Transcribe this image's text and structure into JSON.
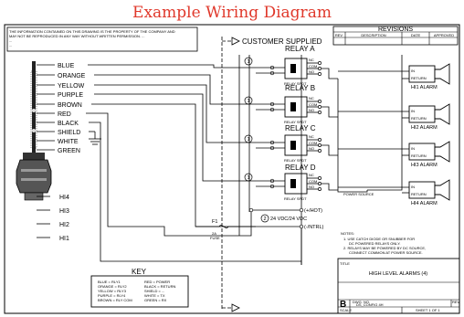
{
  "caption": "Example Wiring Diagram",
  "customer_supplied": "CUSTOMER SUPPLIED",
  "revisions_title": "REVISIONS",
  "revisions_headers": [
    "REV",
    "DESCRIPTION",
    "DATE",
    "APPROVED"
  ],
  "wires": [
    "BLUE",
    "ORANGE",
    "YELLOW",
    "PURPLE",
    "BROWN",
    "RED",
    "BLACK",
    "SHIELD",
    "WHITE",
    "GREEN"
  ],
  "hi_levels": [
    "HI4",
    "HI3",
    "HI2",
    "HI1"
  ],
  "relays": [
    {
      "name": "RELAY A",
      "type": "RELAY SPDT",
      "callout": "1",
      "alarm": "HI1 ALARM"
    },
    {
      "name": "RELAY B",
      "type": "RELAY SPDT",
      "callout": "1",
      "alarm": "HI2 ALARM"
    },
    {
      "name": "RELAY C",
      "type": "RELAY SPDT",
      "callout": "1",
      "alarm": "HI3 ALARM"
    },
    {
      "name": "RELAY D",
      "type": "RELAY SPDT",
      "callout": "1",
      "alarm": "HI4 ALARM"
    }
  ],
  "contact_labels": [
    "NC",
    "COM",
    "NO"
  ],
  "alarm_terminals": [
    "IN",
    "RETURN"
  ],
  "power_source": "POWER SOURCE",
  "supply": {
    "hot": "(+/HOT)",
    "neutral": "(-/NTRL)",
    "voltage": "24 VDC/24 VDC",
    "callout": "2"
  },
  "fuse": {
    "id": "F1",
    "rating": "2A",
    "label": "FUSE"
  },
  "key": {
    "title": "KEY",
    "left": [
      "BLUE = RLY1",
      "ORANGE = RLY2",
      "YELLOW = RLY3",
      "PURPLE = RLY4",
      "BROWN = RLY COM"
    ],
    "right": [
      "RED = POWER",
      "BLACK = RETURN",
      "SHIELD = ...",
      "WHITE = TX",
      "GREEN = RX"
    ]
  },
  "notes": {
    "title": "NOTES:",
    "lines": [
      "1. USE CATCH DIODE OR SNUBBER FOR",
      "DC POWERED RELAYS ONLY.",
      "2. RELAYS MAY BE POWERED BY DC SOURCE,",
      "CONNECT COMMON AT POWER SOURCE."
    ]
  },
  "title_block": {
    "title_label": "TITLE",
    "title": "HIGH LEVEL ALARMS (4)",
    "size": "B",
    "dwg_label": "DWG. NO.",
    "dwg_no": "DS_CONFIG 4H",
    "rev_label": "REV",
    "scale_label": "SCALE",
    "sheet": "SHEET 1 OF 1"
  },
  "proprietary_notice": [
    "THE INFORMATION CONTAINED ON THIS DRAWING IS THE PROPERTY OF THE COMPANY AND",
    "MAY NOT BE REPRODUCED IN ANY WAY WITHOUT WRITTEN PERMISSION. ...",
    "...",
    "..."
  ]
}
